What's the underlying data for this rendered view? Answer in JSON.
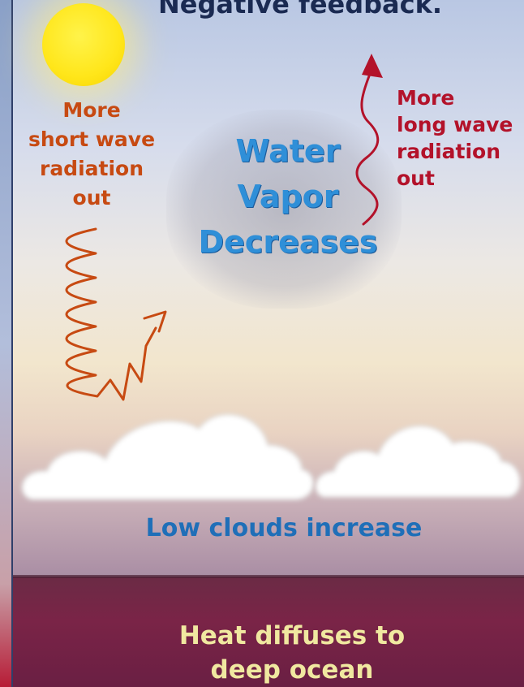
{
  "title": "Negative feedback.",
  "short_wave": {
    "line1": "More",
    "line2": "short wave",
    "line3": "radiation",
    "line4": "out"
  },
  "long_wave": {
    "line1": "More",
    "line2": "long wave",
    "line3": "radiation",
    "line4": "out"
  },
  "water_vapor": {
    "line1": "Water",
    "line2": "Vapor",
    "line3": "Decreases"
  },
  "low_clouds": "Low clouds increase",
  "deep_ocean": {
    "line1": "Heat diffuses to",
    "line2": "deep ocean"
  },
  "colors": {
    "orange_text": "#c74a12",
    "red_arrow": "#b3122a",
    "blue_text": "#2f8fd8",
    "yellow_text": "#f0e8a0",
    "sun": "#ffe61a"
  }
}
